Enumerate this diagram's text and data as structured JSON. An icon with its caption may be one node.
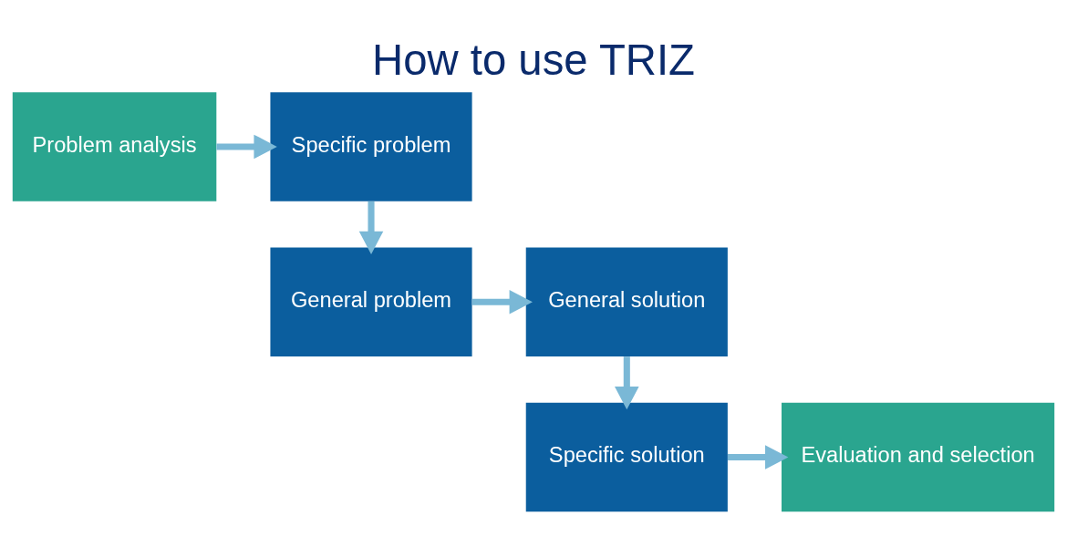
{
  "diagram": {
    "title": "How to use TRIZ",
    "nodes": [
      {
        "text": [
          "Problem analysis"
        ]
      },
      {
        "text": [
          "Specific problem"
        ]
      },
      {
        "text": [
          "General problem"
        ]
      },
      {
        "text": [
          "General solution"
        ]
      },
      {
        "text": [
          "Specific solution"
        ]
      },
      {
        "text": [
          "Evaluation and selection"
        ]
      }
    ],
    "edges": [
      {
        "from": 0,
        "to": 1,
        "arrow": "to"
      },
      {
        "from": 1,
        "to": 2,
        "arrow": "to"
      },
      {
        "from": 2,
        "to": 3,
        "arrow": "to"
      },
      {
        "from": 3,
        "to": 4,
        "arrow": "to"
      },
      {
        "from": 4,
        "to": 5,
        "arrow": "to"
      }
    ]
  }
}
